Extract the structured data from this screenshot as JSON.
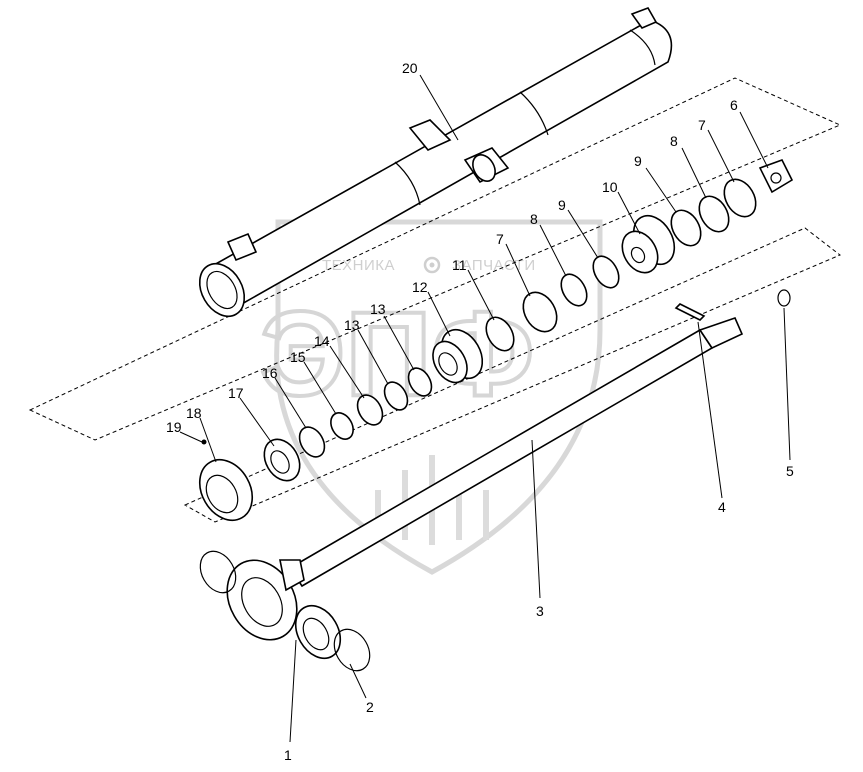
{
  "watermark": {
    "left_text": "ТЕХНИКА",
    "right_text": "ЗАПЧАСТИ",
    "logo": "ЭПФ",
    "gear_icon": "gear-icon"
  },
  "callouts": [
    {
      "id": "p1",
      "label": "1"
    },
    {
      "id": "p2",
      "label": "2"
    },
    {
      "id": "p3",
      "label": "3"
    },
    {
      "id": "p4",
      "label": "4"
    },
    {
      "id": "p5",
      "label": "5"
    },
    {
      "id": "p6",
      "label": "6"
    },
    {
      "id": "p7a",
      "label": "7"
    },
    {
      "id": "p8a",
      "label": "8"
    },
    {
      "id": "p9a",
      "label": "9"
    },
    {
      "id": "p10",
      "label": "10"
    },
    {
      "id": "p9b",
      "label": "9"
    },
    {
      "id": "p8b",
      "label": "8"
    },
    {
      "id": "p7b",
      "label": "7"
    },
    {
      "id": "p11",
      "label": "11"
    },
    {
      "id": "p12",
      "label": "12"
    },
    {
      "id": "p13a",
      "label": "13"
    },
    {
      "id": "p13b",
      "label": "13"
    },
    {
      "id": "p14",
      "label": "14"
    },
    {
      "id": "p15",
      "label": "15"
    },
    {
      "id": "p16",
      "label": "16"
    },
    {
      "id": "p17",
      "label": "17"
    },
    {
      "id": "p18",
      "label": "18"
    },
    {
      "id": "p19",
      "label": "19"
    },
    {
      "id": "p20",
      "label": "20"
    }
  ]
}
